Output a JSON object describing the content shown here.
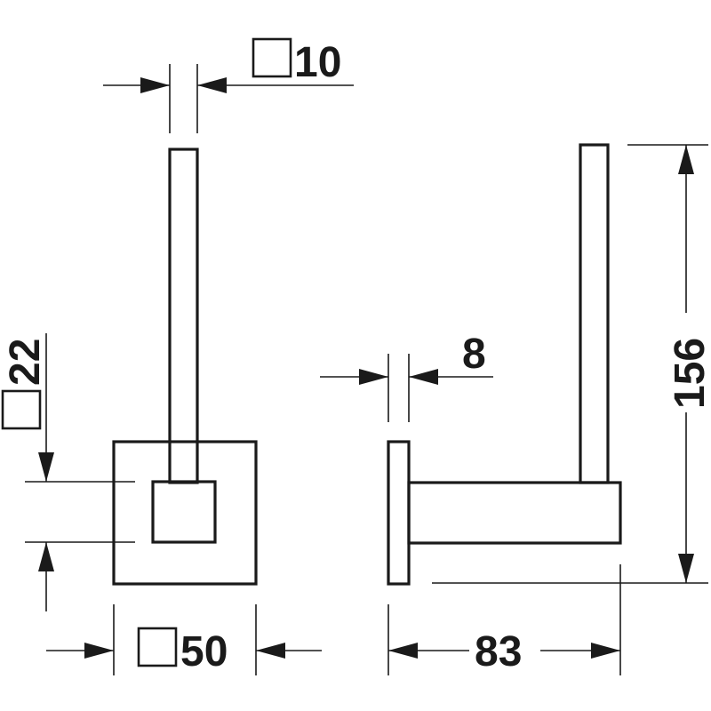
{
  "dimensions": {
    "rod_square": {
      "label": "10",
      "symbol": "square"
    },
    "base_square": {
      "label": "22",
      "symbol": "square"
    },
    "plate_square": {
      "label": "50",
      "symbol": "square"
    },
    "plate_thickness": {
      "label": "8"
    },
    "projection": {
      "label": "83"
    },
    "height": {
      "label": "156"
    }
  },
  "colors": {
    "line": "#1a1a1a",
    "background": "#ffffff"
  }
}
